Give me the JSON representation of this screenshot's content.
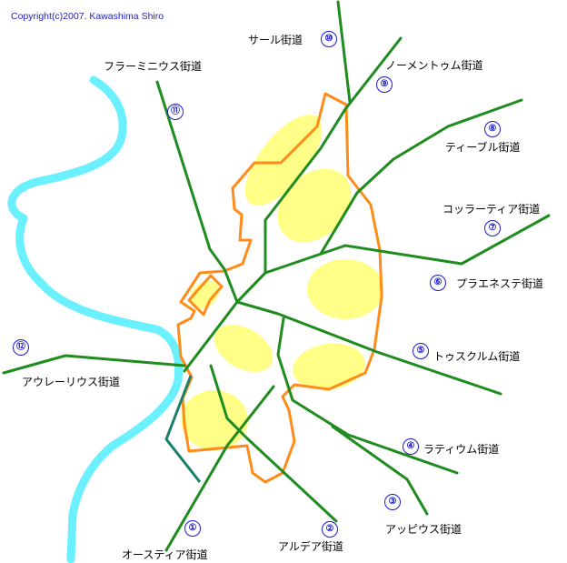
{
  "copyright": "Copyright(c)2007. Kawashima Shiro",
  "colors": {
    "road": "#1e8c1e",
    "wall": "#ff8c1a",
    "river": "#6af0ff",
    "district": "#ffff88",
    "road_alt": "#1a7f6a",
    "number": "#1a1acf"
  },
  "roads": [
    {
      "id": "road-1",
      "num": "①",
      "name": "オースティア街道"
    },
    {
      "id": "road-2",
      "num": "②",
      "name": "アルデア街道"
    },
    {
      "id": "road-3",
      "num": "③",
      "name": "アッピウス街道"
    },
    {
      "id": "road-4",
      "num": "④",
      "name": "ラティウム街道"
    },
    {
      "id": "road-5",
      "num": "⑤",
      "name": "トゥスクルム街道"
    },
    {
      "id": "road-6",
      "num": "⑥",
      "name": "プラエネステ街道"
    },
    {
      "id": "road-7",
      "num": "⑦",
      "name": "コッラーティア街道"
    },
    {
      "id": "road-8",
      "num": "⑧",
      "name": "ティーブル街道"
    },
    {
      "id": "road-9",
      "num": "⑨",
      "name": "ノーメントゥム街道"
    },
    {
      "id": "road-10",
      "num": "⑩",
      "name": "サール街道"
    },
    {
      "id": "road-11",
      "num": "⑪",
      "name": "フラーミニウス街道"
    },
    {
      "id": "road-12",
      "num": "⑫",
      "name": "アウレーリウス街道"
    }
  ]
}
